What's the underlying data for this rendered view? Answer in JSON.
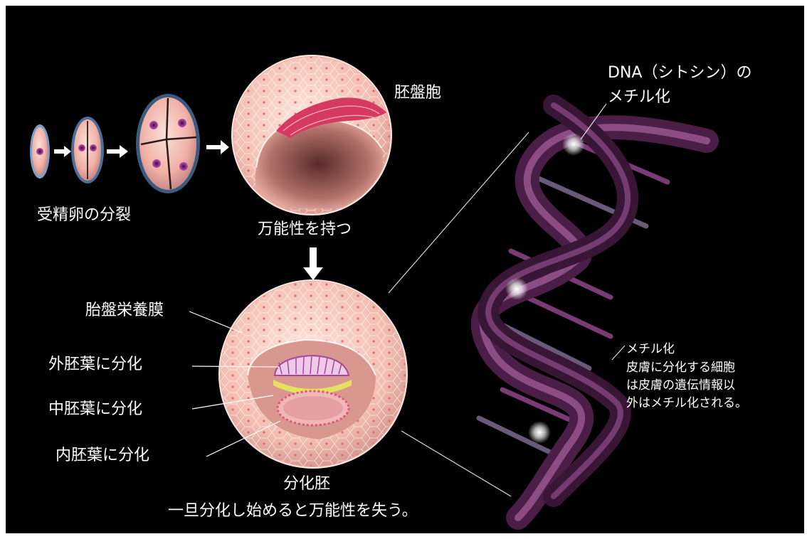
{
  "labels": {
    "zygote_division": "受精卵の分裂",
    "blastocyst": "胚盤胞",
    "totipotent": "万能性を持つ",
    "dna_methylation_line1": "DNA（シトシン）の",
    "dna_methylation_line2": "メチル化",
    "trophoblast": "胎盤栄養膜",
    "ectoderm": "外胚葉に分化",
    "mesoderm": "中胚葉に分化",
    "endoderm": "内胚葉に分化",
    "differentiated_embryo": "分化胚",
    "caption": "一旦分化し始めると万能性を失う。",
    "methylation_title": "メチル化",
    "methylation_note_line1": "皮膚に分化する細胞",
    "methylation_note_line2": "は皮膚の遺伝情報以",
    "methylation_note_line3": "外はメチル化される。"
  },
  "colors": {
    "background": "#000000",
    "cell_pink": "#f2b9b0",
    "nucleus_purple": "#8a2a8a",
    "inner_mass_red": "#d63a60",
    "dna_strand": "#5e2a58",
    "text": "#ffffff"
  }
}
